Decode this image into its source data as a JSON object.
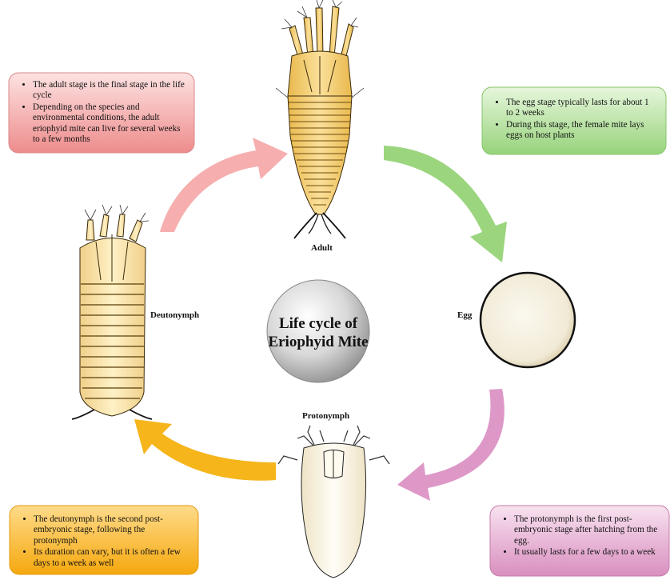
{
  "diagram": {
    "center_title": [
      "Life cycle of",
      "Eriophyid Mite"
    ],
    "stages": {
      "adult": "Adult",
      "egg": "Egg",
      "protonymph": "Protonymph",
      "deutonymph": "Deutonymph"
    },
    "notes": {
      "adult": [
        "The adult stage is the final stage in the life cycle",
        "Depending on the species and environmental conditions, the adult eriophyid mite can live for several weeks to a few months"
      ],
      "egg": [
        "The egg stage typically lasts for about 1 to 2 weeks",
        "During this stage, the female mite lays eggs on host plants"
      ],
      "protonymph": [
        "The protonymph is the first post-embryonic stage after hatching from the egg.",
        "It usually lasts for a few days to a week"
      ],
      "deutonymph": [
        "The deutonymph is the second post-embryonic stage, following the protonymph",
        "Its duration can vary, but it is often a few days to a week as well"
      ]
    },
    "colors": {
      "adult_box": "#f4a3a3",
      "egg_box": "#a8dc92",
      "protonymph_box": "#e2a4cc",
      "deutonymph_box": "#fbb92b",
      "arrow_pink": "#f4a0a0",
      "arrow_green": "#8dcf6b",
      "arrow_magenta": "#d98abf",
      "arrow_orange": "#f5b51b",
      "mite_body": "#f6d27a"
    }
  }
}
